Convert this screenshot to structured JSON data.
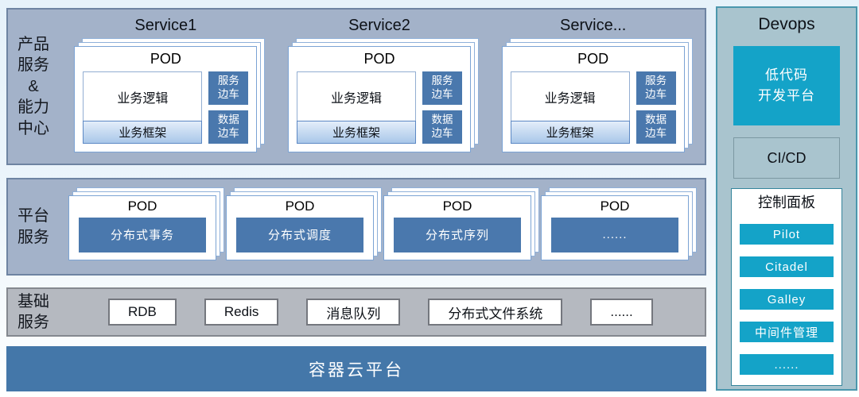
{
  "colors": {
    "band_blue_gray": "#a3b2c9",
    "steel_blue": "#4a78ad",
    "framework_light_blue": "#a9c7e9",
    "infra_gray": "#b5b9c0",
    "container_bar_blue": "#4477a9",
    "devops_panel_bg": "#a9c4ce",
    "devops_border_teal": "#4b97ad",
    "teal": "#14a3c8"
  },
  "products_band": {
    "label": "产品\n服务\n&\n能力\n中心",
    "services": [
      {
        "title": "Service1",
        "pod_title": "POD",
        "logic": "业务逻辑",
        "framework": "业务框架",
        "sidecar_top": "服务\n边车",
        "sidecar_bottom": "数据\n边车"
      },
      {
        "title": "Service2",
        "pod_title": "POD",
        "logic": "业务逻辑",
        "framework": "业务框架",
        "sidecar_top": "服务\n边车",
        "sidecar_bottom": "数据\n边车"
      },
      {
        "title": "Service...",
        "pod_title": "POD",
        "logic": "业务逻辑",
        "framework": "业务框架",
        "sidecar_top": "服务\n边车",
        "sidecar_bottom": "数据\n边车"
      }
    ]
  },
  "platform_band": {
    "label": "平台\n服务",
    "pods": [
      {
        "pod_title": "POD",
        "content": "分布式事务"
      },
      {
        "pod_title": "POD",
        "content": "分布式调度"
      },
      {
        "pod_title": "POD",
        "content": "分布式序列"
      },
      {
        "pod_title": "POD",
        "content": "......"
      }
    ]
  },
  "infra_band": {
    "label": "基础\n服务",
    "items": [
      "RDB",
      "Redis",
      "消息队列",
      "分布式文件系统",
      "......"
    ]
  },
  "container_bar": {
    "label": "容器云平台"
  },
  "devops": {
    "title": "Devops",
    "low_code_platform": "低代码\n开发平台",
    "cicd": "CI/CD",
    "control_panel": {
      "title": "控制面板",
      "items": [
        "Pilot",
        "Citadel",
        "Galley",
        "中间件管理",
        "......"
      ]
    }
  }
}
